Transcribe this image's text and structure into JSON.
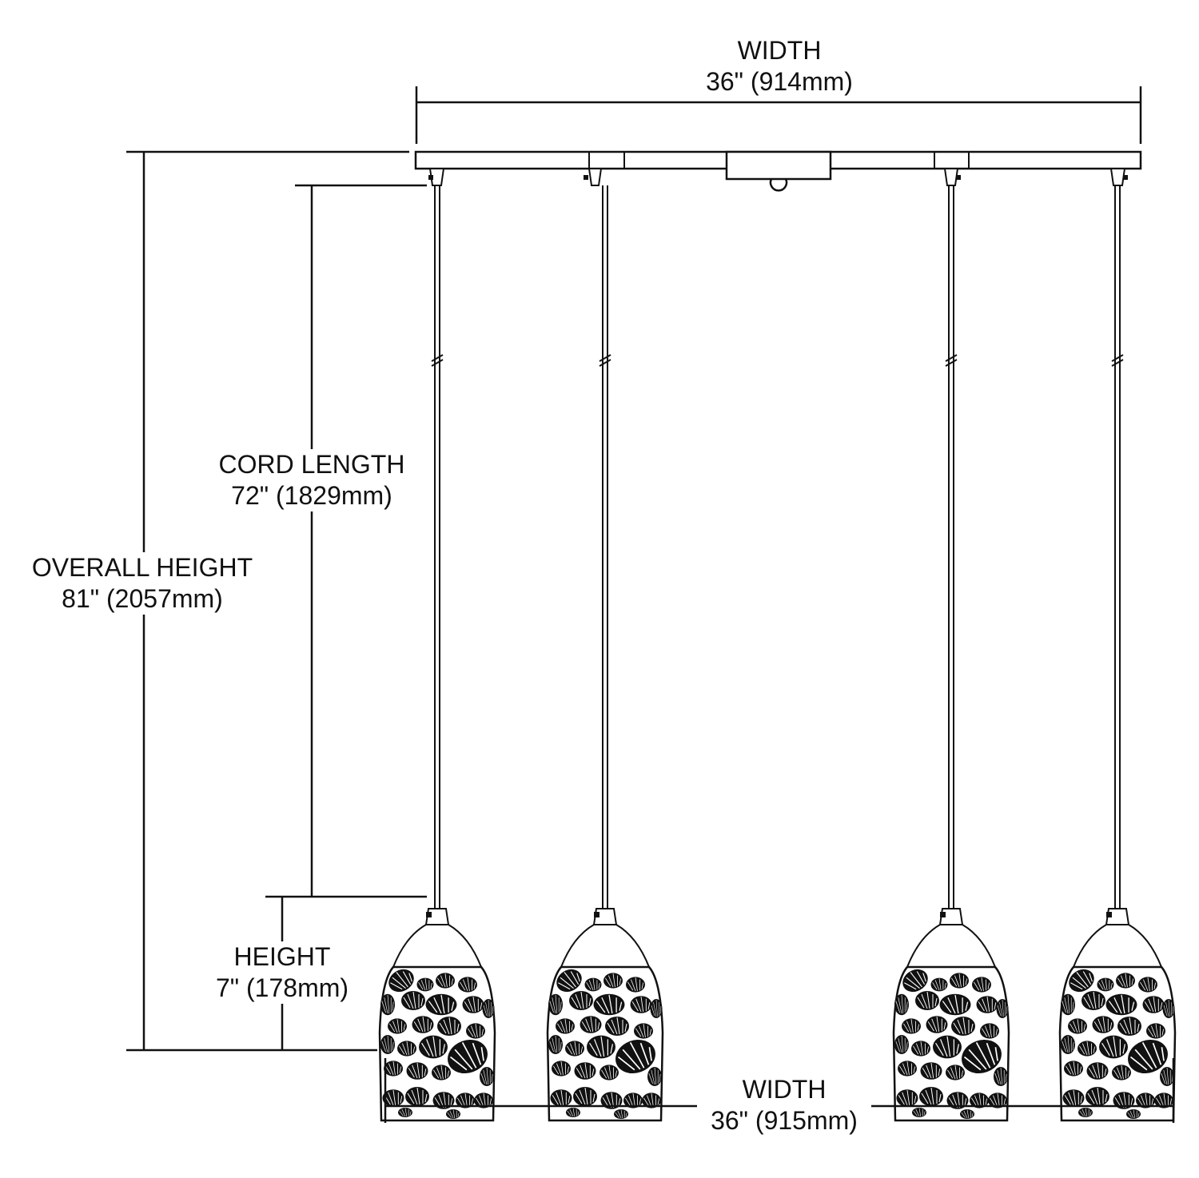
{
  "colors": {
    "line": "#111111",
    "background": "#ffffff",
    "shade_pattern": "#111111"
  },
  "drawing": {
    "fixture_type": "linear pendant",
    "pendant_count": 4
  },
  "dimensions": {
    "top_width": {
      "label": "WIDTH",
      "value": "36\" (914mm)"
    },
    "bottom_width": {
      "label": "WIDTH",
      "value": "36\" (915mm)"
    },
    "cord_length": {
      "label": "CORD LENGTH",
      "value": "72\" (1829mm)"
    },
    "overall_height": {
      "label": "OVERALL HEIGHT",
      "value": "81\" (2057mm)"
    },
    "shade_height": {
      "label": "HEIGHT",
      "value": "7\" (178mm)"
    }
  }
}
